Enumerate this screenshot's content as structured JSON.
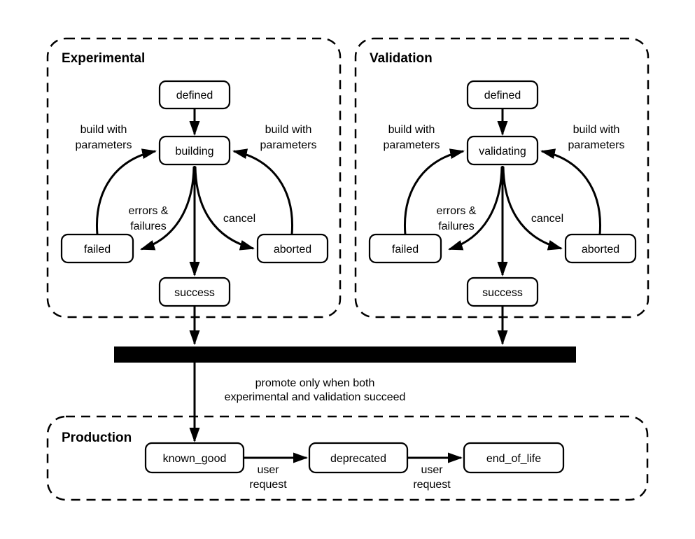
{
  "colors": {
    "ink": "#000000",
    "background": "#ffffff",
    "node_fill": "#ffffff",
    "join_bar": "#000000"
  },
  "groups": [
    {
      "title": "Experimental",
      "nodes": {
        "start": "defined",
        "process": "building",
        "failed": "failed",
        "aborted": "aborted",
        "success": "success"
      },
      "edge_labels": {
        "build_left_line1": "build with",
        "build_left_line2": "parameters",
        "build_right_line1": "build with",
        "build_right_line2": "parameters",
        "errors_line1": "errors &",
        "errors_line2": "failures",
        "cancel": "cancel"
      }
    },
    {
      "title": "Validation",
      "nodes": {
        "start": "defined",
        "process": "validating",
        "failed": "failed",
        "aborted": "aborted",
        "success": "success"
      },
      "edge_labels": {
        "build_left_line1": "build with",
        "build_left_line2": "parameters",
        "build_right_line1": "build with",
        "build_right_line2": "parameters",
        "errors_line1": "errors &",
        "errors_line2": "failures",
        "cancel": "cancel"
      }
    }
  ],
  "join_note": {
    "line1": "promote only when both",
    "line2": "experimental and validation succeed"
  },
  "production": {
    "title": "Production",
    "nodes": {
      "known_good": "known_good",
      "deprecated": "deprecated",
      "end_of_life": "end_of_life"
    },
    "edge_labels": {
      "to_deprecated_line1": "user",
      "to_deprecated_line2": "request",
      "to_end_of_life_line1": "user",
      "to_end_of_life_line2": "request"
    }
  }
}
